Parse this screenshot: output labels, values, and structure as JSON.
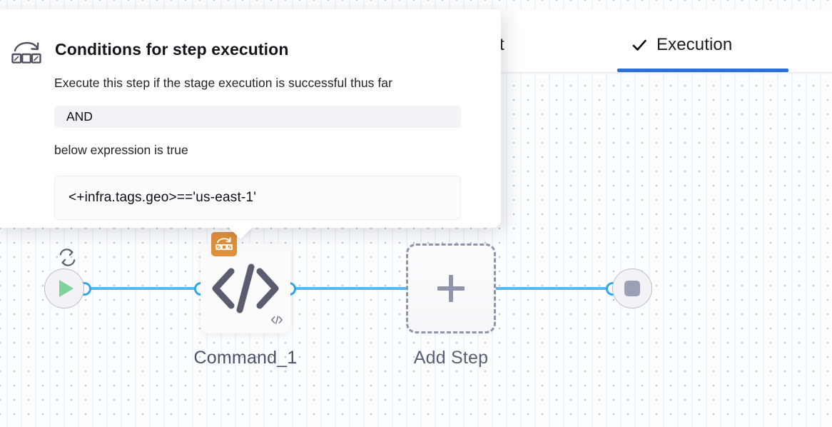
{
  "tabs": [
    {
      "id": "environment",
      "label": "ronment",
      "full_label": "Environment",
      "active": false,
      "has_check": false
    },
    {
      "id": "execution",
      "label": "Execution",
      "full_label": "Execution",
      "active": true,
      "has_check": true,
      "check_icon": "check-icon"
    }
  ],
  "colors": {
    "tab_active_underline": "#2a6fd6",
    "connector_blue": "#55b8f0",
    "port_ring": "#2ea8e8",
    "command_badge_orange": "#e0903a",
    "start_play_green": "#7cd39a",
    "end_stop_grey": "#9aa0b5",
    "add_step_dashed": "#8f95ab",
    "field_fill": "#f2f2f7",
    "expression_fill": "#fafbfd"
  },
  "tooltip": {
    "icon": "shell-script-icon",
    "title": "Conditions for step execution",
    "description": "Execute this step if the stage execution is successful thus far",
    "operator_field": {
      "label": "AND",
      "value": "AND"
    },
    "sub_description": "below expression is true",
    "expression_field": {
      "value": "<+infra.tags.geo>=='us-east-1'"
    }
  },
  "graph": {
    "start_node": {
      "icon": "play-icon",
      "name": "start-node"
    },
    "end_node": {
      "icon": "stop-icon",
      "name": "end-node"
    },
    "command_node": {
      "label": "Command_1",
      "main_icon": "code-brackets-icon",
      "badge_icon": "shell-script-icon",
      "retry_icon": "retry-loop-icon",
      "corner_icon": "code-brackets-small-icon"
    },
    "add_step_node": {
      "label": "Add Step",
      "icon": "plus-icon"
    }
  }
}
